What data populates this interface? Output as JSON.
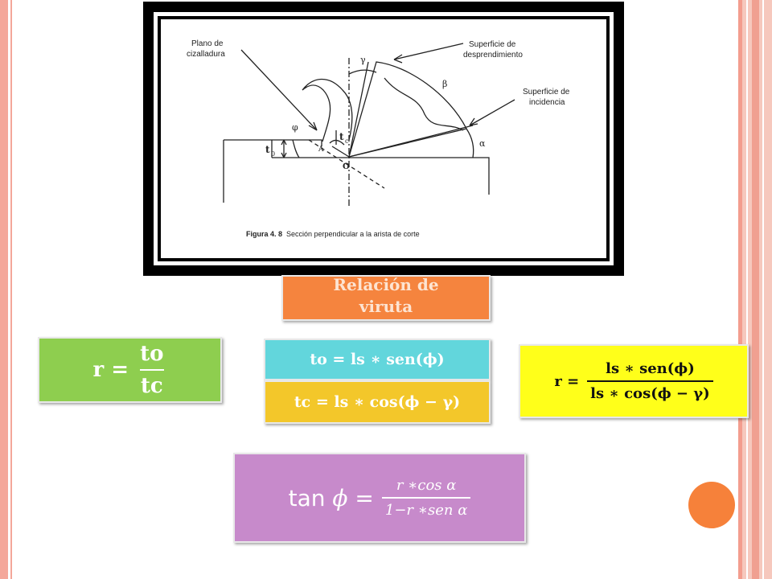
{
  "figure": {
    "label_plano": "Plano de",
    "label_cizalladura": "cizalladura",
    "label_superficie_desp": "Superficie de",
    "label_desprendimiento": "desprendimiento",
    "label_superficie_inc": "Superficie de",
    "label_incidencia": "incidencia",
    "label_gamma": "γ",
    "label_beta": "β",
    "label_alpha": "α",
    "label_phi": "φ",
    "label_lambda": "A",
    "label_tc": "t",
    "label_tc_sub": "c",
    "label_t0": "t",
    "label_t0_sub": "0",
    "label_O": "O",
    "caption_bold": "Figura 4. 8",
    "caption_rest": " Sección perpendicular a la arista de corte"
  },
  "title_box": {
    "text": "Relación de viruta"
  },
  "eq_r": {
    "lhs": "r =",
    "num": "to",
    "den": "tc"
  },
  "eq_to": {
    "text": "to = ls ∗ sen(ϕ)"
  },
  "eq_tc": {
    "text": "tc = ls ∗ cos(ϕ − γ)"
  },
  "eq_ratio": {
    "lhs": "r =",
    "num": "ls ∗ sen(ϕ)",
    "den": "ls ∗ cos(ϕ − γ)"
  },
  "eq_tan": {
    "lhs_func": "tan",
    "lhs_var": "ϕ",
    "eq": "=",
    "num": "r ∗cos α",
    "den": "1−r ∗sen α"
  },
  "colors": {
    "accent_orange": "#f5843e",
    "green": "#8ece4f",
    "cyan": "#62d6dc",
    "gold": "#f3c72a",
    "yellow": "#ffff1a",
    "violet": "#c78acb",
    "frame_pink": "#f4a79a"
  }
}
